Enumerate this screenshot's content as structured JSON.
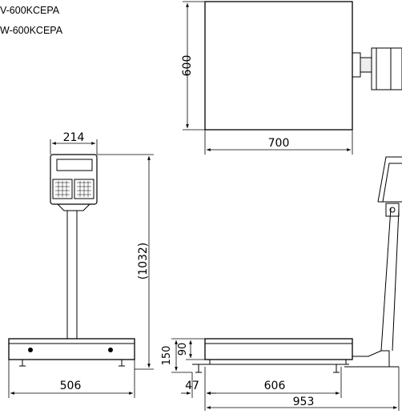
{
  "models": [
    "V-600KCEPA",
    "W-600KCEPA"
  ],
  "dimensions": {
    "platform_depth": "600",
    "platform_width": "700",
    "indicator_width": "214",
    "overall_height": "(1032)",
    "base_width_front": "506",
    "platform_height": "150",
    "frame_height": "90",
    "offset": "47",
    "platform_length_side": "606",
    "overall_length": "953"
  },
  "colors": {
    "line": "#000000",
    "background": "#ffffff"
  }
}
